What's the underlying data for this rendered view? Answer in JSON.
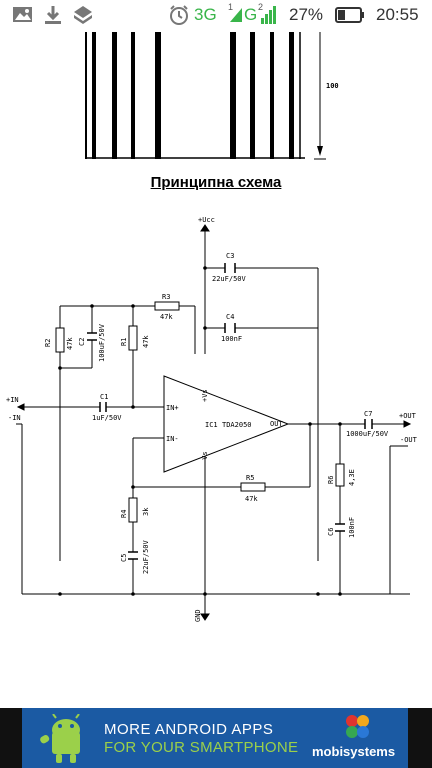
{
  "status_bar": {
    "network_3g": "3G",
    "network_g": "G",
    "battery_percent": "27%",
    "time": "20:55",
    "icons": [
      "image-icon",
      "download-icon",
      "app-icon",
      "alarm-icon",
      "signal-icon",
      "battery-icon"
    ],
    "sim1": "1",
    "sim2": "2"
  },
  "pcb": {
    "dimension_label": "100"
  },
  "section_title": "Принципна схема",
  "schematic": {
    "ucc": "+Ucc",
    "in_plus_terminal": "+IN",
    "in_minus_terminal": "-IN",
    "out_plus_terminal": "+OUT",
    "out_minus_terminal": "-OUT",
    "gnd": "GND",
    "ic": {
      "ref": "IC1",
      "part": "TDA2050",
      "pin_in_plus": "IN+",
      "pin_in_minus": "IN-",
      "pin_out": "OUT",
      "pin_vs_plus": "+Vs",
      "pin_vs_minus": "-Vs"
    },
    "c1": {
      "ref": "C1",
      "value": "1uF/50V"
    },
    "c2": {
      "ref": "C2",
      "value": "100uF/50V"
    },
    "c3": {
      "ref": "C3",
      "value": "22uF/50V"
    },
    "c4": {
      "ref": "C4",
      "value": "100nF"
    },
    "c5": {
      "ref": "C5",
      "value": "22uF/50V"
    },
    "c6": {
      "ref": "C6",
      "value": "100nF"
    },
    "c7": {
      "ref": "C7",
      "value": "1000uF/50V"
    },
    "r1": {
      "ref": "R1",
      "value": "47k"
    },
    "r2": {
      "ref": "R2",
      "value": "47k"
    },
    "r3": {
      "ref": "R3",
      "value": "47k"
    },
    "r4": {
      "ref": "R4",
      "value": "3k"
    },
    "r5": {
      "ref": "R5",
      "value": "47k"
    },
    "r6": {
      "ref": "R6",
      "value": "4,3E"
    }
  },
  "ad": {
    "line1": "MORE ANDROID APPS",
    "line2": "FOR YOUR SMARTPHONE",
    "brand": "mobisystems",
    "colors": {
      "background": "#1b5aa3",
      "accent": "#9bd04a"
    }
  }
}
